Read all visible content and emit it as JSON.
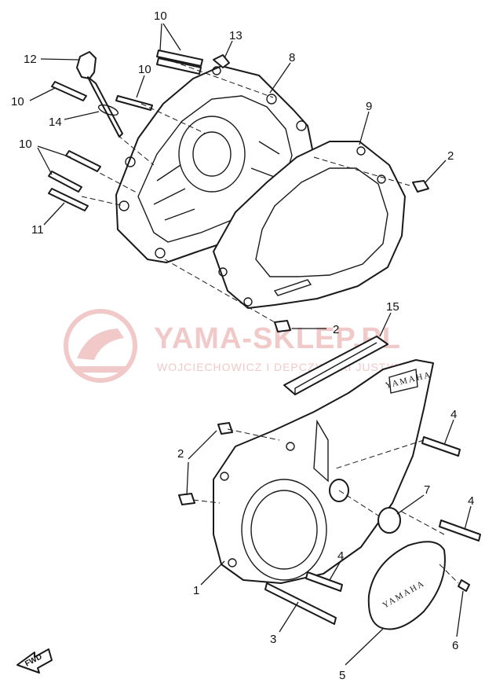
{
  "watermark": {
    "name": "YAMA-SKLEP.PL",
    "subtitle": "WOJCIECHOWICZ I DEPCZYŃSKI JUSTYNA"
  },
  "callouts": {
    "c1": "1",
    "c2a": "2",
    "c2b": "2",
    "c2c": "2",
    "c3": "3",
    "c4a": "4",
    "c4b": "4",
    "c4c": "4",
    "c5": "5",
    "c6": "6",
    "c7": "7",
    "c8": "8",
    "c9": "9",
    "c10a": "10",
    "c10b": "10",
    "c10c": "10",
    "c10d": "10",
    "c11": "11",
    "c12": "12",
    "c13": "13",
    "c14": "14",
    "c15": "15"
  },
  "stamped_text": {
    "cover_emblem": "YAMAHA",
    "small_cover": "YAMAHA"
  },
  "fwd_label": "FWD"
}
